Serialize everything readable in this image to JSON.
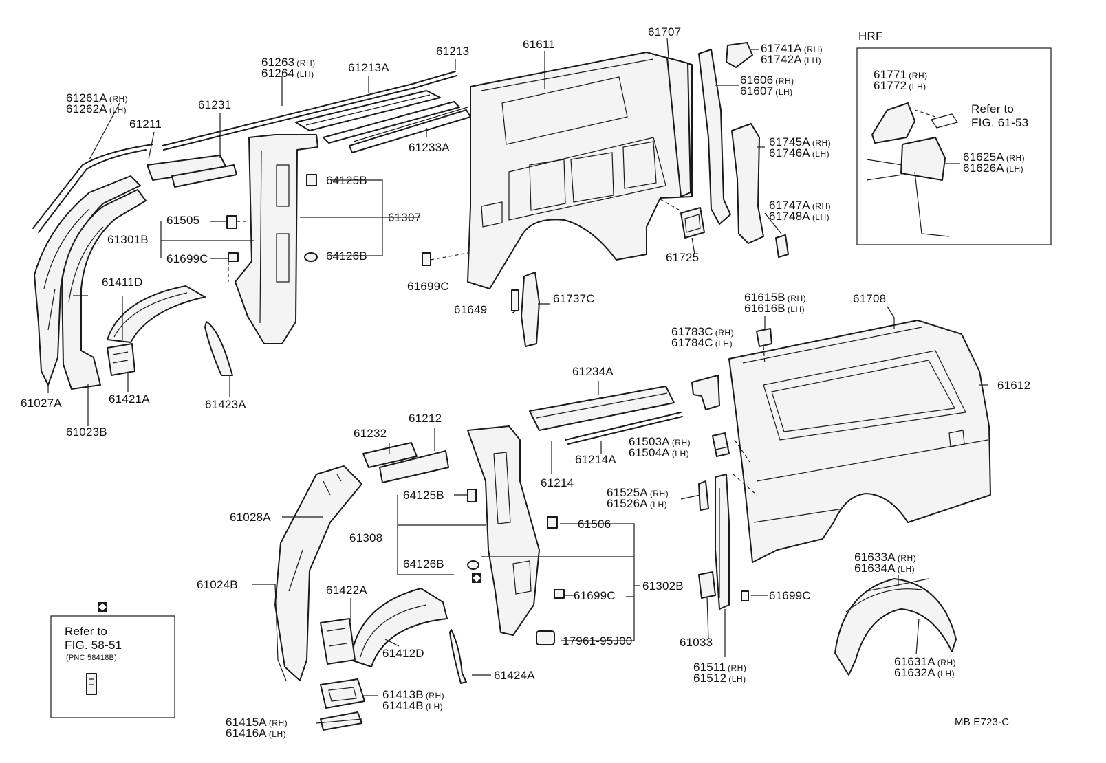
{
  "hrf_box": {
    "title": "HRF",
    "refer_text": "Refer to",
    "refer_fig": "FIG. 61-53"
  },
  "refer_box": {
    "refer_text": "Refer to",
    "refer_fig": "FIG. 58-51",
    "pnc": "(PNC 58418B)"
  },
  "code": "MB  E723-C",
  "labels": {
    "l61261A": {
      "pn": "61261A",
      "side": "(RH)"
    },
    "l61262A": {
      "pn": "61262A",
      "side": "(LH)"
    },
    "l61263": {
      "pn": "61263",
      "side": "(RH)"
    },
    "l61264": {
      "pn": "61264",
      "side": "(LH)"
    },
    "l61213A": {
      "pn": "61213A"
    },
    "l61213": {
      "pn": "61213"
    },
    "l61211": {
      "pn": "61211"
    },
    "l61231": {
      "pn": "61231"
    },
    "l61233A": {
      "pn": "61233A"
    },
    "l64125B_a": {
      "pn": "64125B"
    },
    "l61307": {
      "pn": "61307"
    },
    "l61505": {
      "pn": "61505"
    },
    "l61301B": {
      "pn": "61301B"
    },
    "l61699C_a": {
      "pn": "61699C"
    },
    "l64126B_a": {
      "pn": "64126B"
    },
    "l61411D": {
      "pn": "61411D"
    },
    "l61027A": {
      "pn": "61027A"
    },
    "l61421A": {
      "pn": "61421A"
    },
    "l61423A": {
      "pn": "61423A"
    },
    "l61023B": {
      "pn": "61023B"
    },
    "l61611": {
      "pn": "61611"
    },
    "l61707": {
      "pn": "61707"
    },
    "l61741A": {
      "pn": "61741A",
      "side": "(RH)"
    },
    "l61742A": {
      "pn": "61742A",
      "side": "(LH)"
    },
    "l61606": {
      "pn": "61606",
      "side": "(RH)"
    },
    "l61607": {
      "pn": "61607",
      "side": "(LH)"
    },
    "l61745A": {
      "pn": "61745A",
      "side": "(RH)"
    },
    "l61746A": {
      "pn": "61746A",
      "side": "(LH)"
    },
    "l61747A": {
      "pn": "61747A",
      "side": "(RH)"
    },
    "l61748A": {
      "pn": "61748A",
      "side": "(LH)"
    },
    "l61725": {
      "pn": "61725"
    },
    "l61699C_b": {
      "pn": "61699C"
    },
    "l61649": {
      "pn": "61649"
    },
    "l61737C": {
      "pn": "61737C"
    },
    "l61771": {
      "pn": "61771",
      "side": "(RH)"
    },
    "l61772": {
      "pn": "61772",
      "side": "(LH)"
    },
    "l61625A": {
      "pn": "61625A",
      "side": "(RH)"
    },
    "l61626A": {
      "pn": "61626A",
      "side": "(LH)"
    },
    "l61615B": {
      "pn": "61615B",
      "side": "(RH)"
    },
    "l61616B": {
      "pn": "61616B",
      "side": "(LH)"
    },
    "l61708": {
      "pn": "61708"
    },
    "l61783C": {
      "pn": "61783C",
      "side": "(RH)"
    },
    "l61784C": {
      "pn": "61784C",
      "side": "(LH)"
    },
    "l61612": {
      "pn": "61612"
    },
    "l61234A": {
      "pn": "61234A"
    },
    "l61232": {
      "pn": "61232"
    },
    "l61212": {
      "pn": "61212"
    },
    "l61214A": {
      "pn": "61214A"
    },
    "l61214": {
      "pn": "61214"
    },
    "l61503A": {
      "pn": "61503A",
      "side": "(RH)"
    },
    "l61504A": {
      "pn": "61504A",
      "side": "(LH)"
    },
    "l61525A": {
      "pn": "61525A",
      "side": "(RH)"
    },
    "l61526A": {
      "pn": "61526A",
      "side": "(LH)"
    },
    "l61028A": {
      "pn": "61028A"
    },
    "l64125B_b": {
      "pn": "64125B"
    },
    "l61308": {
      "pn": "61308"
    },
    "l61506": {
      "pn": "61506"
    },
    "l64126B_b": {
      "pn": "64126B"
    },
    "l61024B": {
      "pn": "61024B"
    },
    "l61422A": {
      "pn": "61422A"
    },
    "l61699C_c": {
      "pn": "61699C"
    },
    "l61302B": {
      "pn": "61302B"
    },
    "l61699C_d": {
      "pn": "61699C"
    },
    "l61412D": {
      "pn": "61412D"
    },
    "l17961": {
      "pn": "17961-95J00"
    },
    "l61033": {
      "pn": "61033"
    },
    "l61633A": {
      "pn": "61633A",
      "side": "(RH)"
    },
    "l61634A": {
      "pn": "61634A",
      "side": "(LH)"
    },
    "l61631A": {
      "pn": "61631A",
      "side": "(RH)"
    },
    "l61632A": {
      "pn": "61632A",
      "side": "(LH)"
    },
    "l61424A": {
      "pn": "61424A"
    },
    "l61511": {
      "pn": "61511",
      "side": "(RH)"
    },
    "l61512": {
      "pn": "61512",
      "side": "(LH)"
    },
    "l61413B": {
      "pn": "61413B",
      "side": "(RH)"
    },
    "l61414B": {
      "pn": "61414B",
      "side": "(LH)"
    },
    "l61415A": {
      "pn": "61415A",
      "side": "(RH)"
    },
    "l61416A": {
      "pn": "61416A",
      "side": "(LH)"
    }
  }
}
